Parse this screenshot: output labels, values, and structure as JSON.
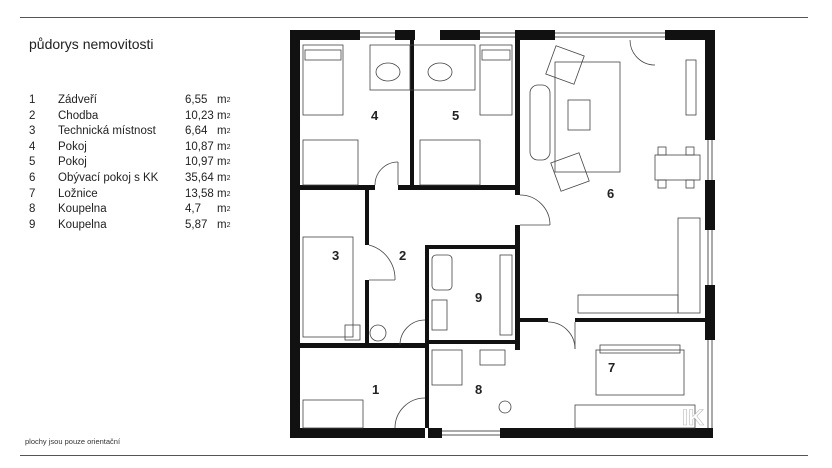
{
  "title": "půdorys nemovitosti",
  "rooms": [
    {
      "num": "1",
      "name": "Zádveří",
      "area": "6,55",
      "unit": "m"
    },
    {
      "num": "2",
      "name": "Chodba",
      "area": "10,23",
      "unit": "m"
    },
    {
      "num": "3",
      "name": "Technická místnost",
      "area": "6,64",
      "unit": "m"
    },
    {
      "num": "4",
      "name": "Pokoj",
      "area": "10,87",
      "unit": "m"
    },
    {
      "num": "5",
      "name": "Pokoj",
      "area": "10,97",
      "unit": "m"
    },
    {
      "num": "6",
      "name": "Obývací pokoj s KK",
      "area": "35,64",
      "unit": "m"
    },
    {
      "num": "7",
      "name": "Ložnice",
      "area": "13,58",
      "unit": "m"
    },
    {
      "num": "8",
      "name": "Koupelna",
      "area": "4,7",
      "unit": "m"
    },
    {
      "num": "9",
      "name": "Koupelna",
      "area": "5,87",
      "unit": "m"
    }
  ],
  "unit_exponent": "2",
  "footnote": "plochy jsou pouze orientační",
  "plan_labels": [
    "1",
    "2",
    "3",
    "4",
    "5",
    "6",
    "7",
    "8",
    "9"
  ],
  "logo_text": "IK"
}
